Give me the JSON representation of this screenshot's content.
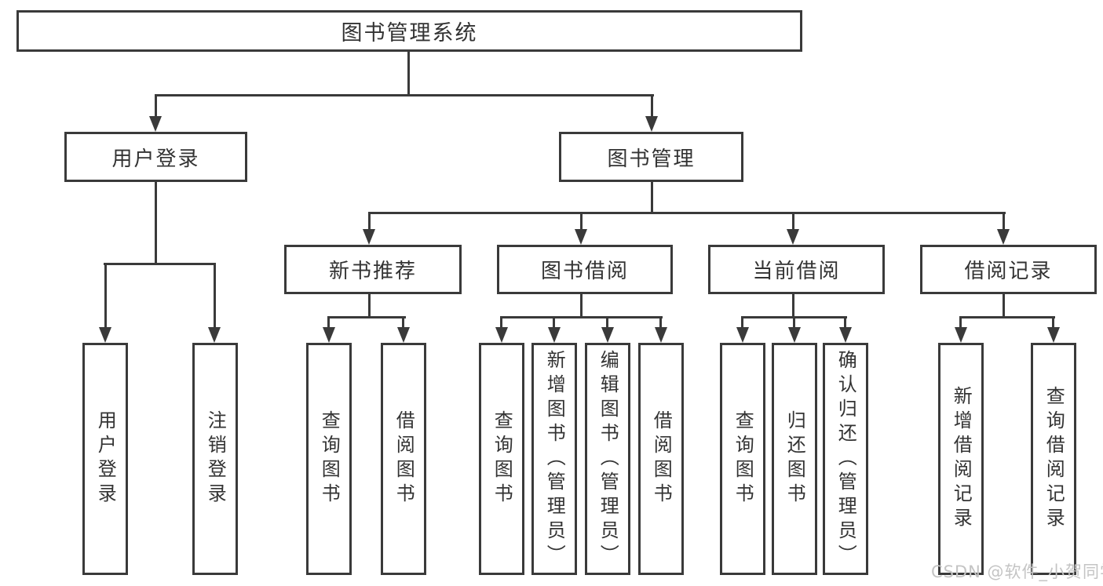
{
  "colors": {
    "line": "#3a3a3a",
    "text": "#333333",
    "background": "#ffffff",
    "watermark": "#c4c4c4"
  },
  "tree": {
    "root": "图书管理系统",
    "branches": [
      {
        "label": "用户登录",
        "children": [
          {
            "label": "用户登录"
          },
          {
            "label": "注销登录"
          }
        ]
      },
      {
        "label": "图书管理",
        "sections": [
          {
            "label": "新书推荐",
            "children": [
              {
                "label": "查询图书"
              },
              {
                "label": "借阅图书"
              }
            ]
          },
          {
            "label": "图书借阅",
            "children": [
              {
                "label": "查询图书"
              },
              {
                "label": "新增图书（管理员）"
              },
              {
                "label": "编辑图书（管理员）"
              },
              {
                "label": "借阅图书"
              }
            ]
          },
          {
            "label": "当前借阅",
            "children": [
              {
                "label": "查询图书"
              },
              {
                "label": "归还图书"
              },
              {
                "label": "确认归还（管理员）"
              }
            ]
          },
          {
            "label": "借阅记录",
            "children": [
              {
                "label": "新增借阅记录"
              },
              {
                "label": "查询借阅记录"
              }
            ]
          }
        ]
      }
    ]
  },
  "watermark": {
    "text": "CSDN @软件_小贺同学"
  }
}
